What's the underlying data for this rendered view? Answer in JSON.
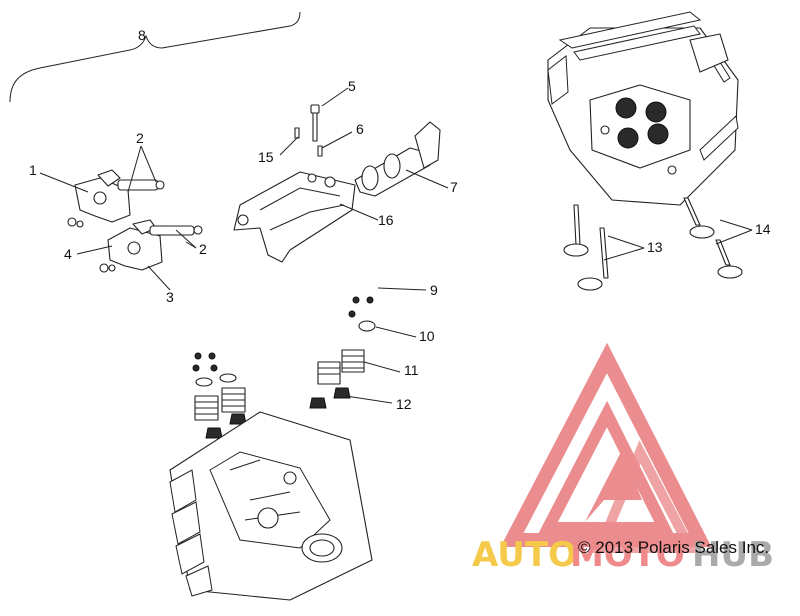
{
  "callouts": {
    "c1": "1",
    "c2a": "2",
    "c2b": "2",
    "c3": "3",
    "c4": "4",
    "c5": "5",
    "c6": "6",
    "c7": "7",
    "c8": "8",
    "c9": "9",
    "c10": "10",
    "c11": "11",
    "c12": "12",
    "c13": "13",
    "c14": "14",
    "c15": "15",
    "c16": "16"
  },
  "copyright": "© 2013 Polaris Sales Inc.",
  "watermark": {
    "part1": "AUTO",
    "part2": "MOTO",
    "part3": "HUB",
    "colors": {
      "triangle": "#e8787c",
      "auto": "#f5c94a",
      "moto": "#f08a8a",
      "hub": "#aaaaaa"
    }
  }
}
